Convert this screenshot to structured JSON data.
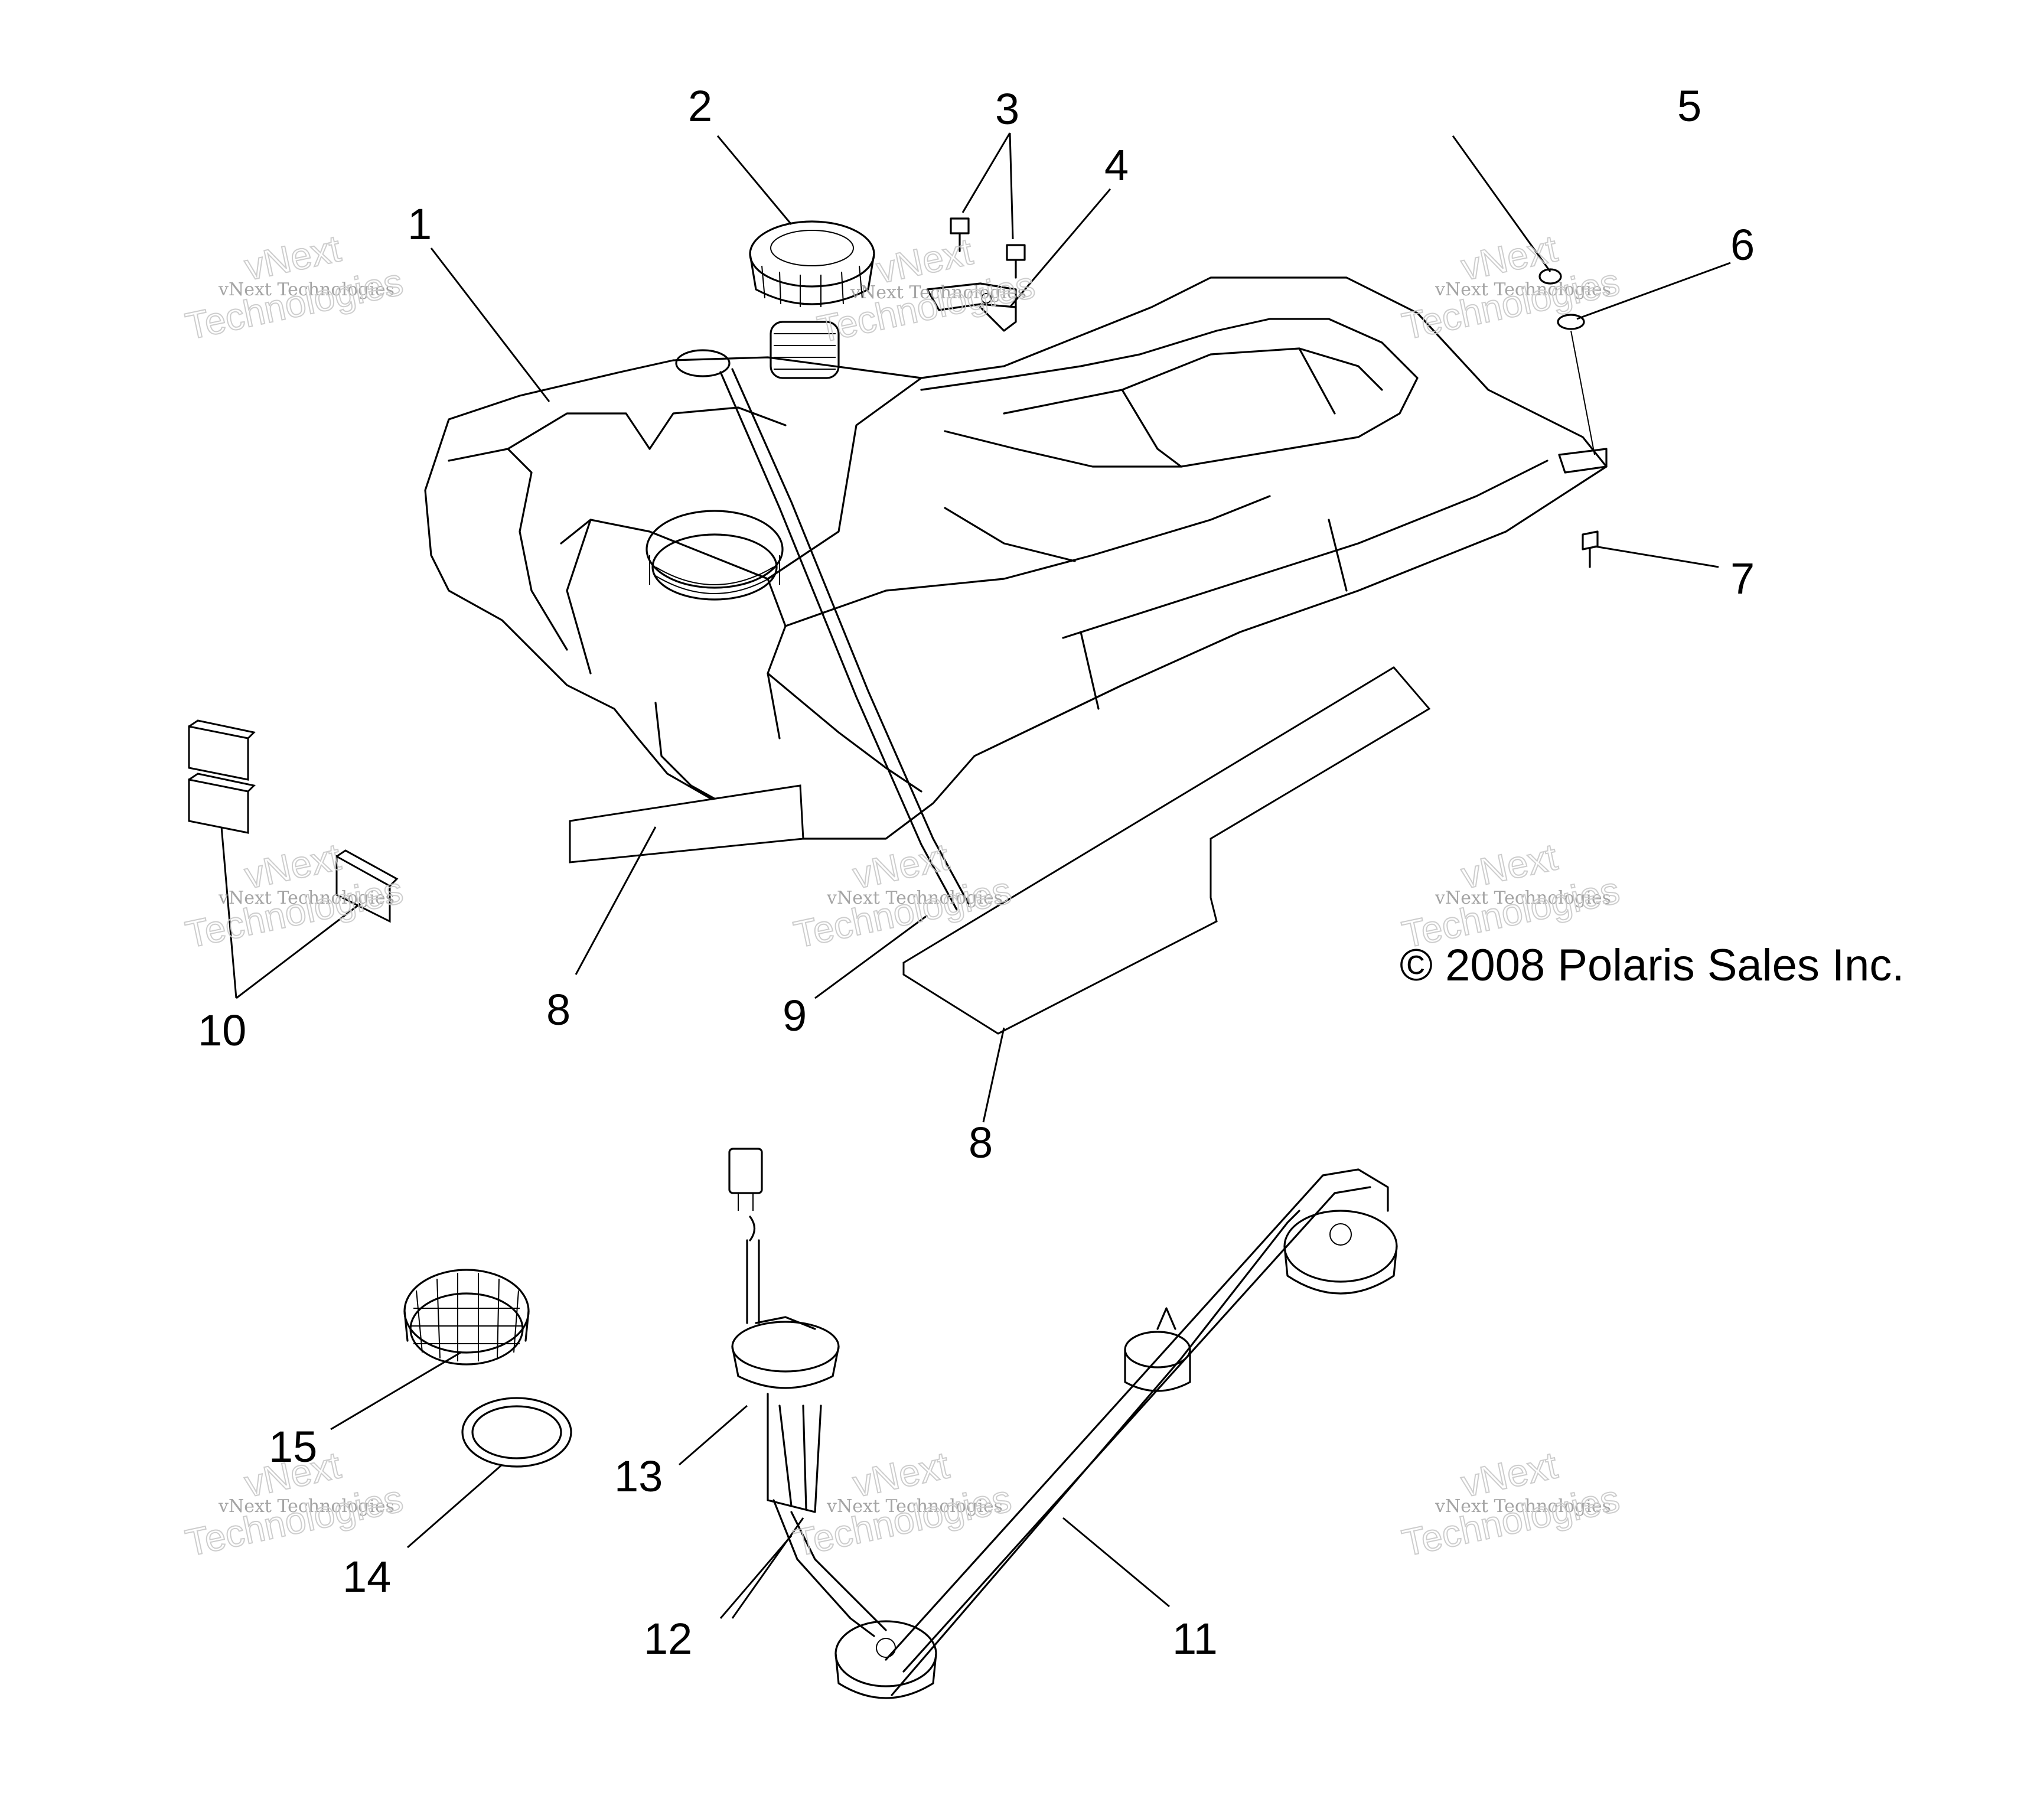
{
  "copyright": "© 2008 Polaris Sales Inc.",
  "watermark": {
    "line1": "vNext Technologies",
    "line2": "vNext",
    "line3": "Technologies"
  },
  "callouts": [
    {
      "id": "1",
      "label": "1"
    },
    {
      "id": "2",
      "label": "2"
    },
    {
      "id": "3",
      "label": "3"
    },
    {
      "id": "4",
      "label": "4"
    },
    {
      "id": "5",
      "label": "5"
    },
    {
      "id": "6",
      "label": "6"
    },
    {
      "id": "7",
      "label": "7"
    },
    {
      "id": "8a",
      "label": "8"
    },
    {
      "id": "8b",
      "label": "8"
    },
    {
      "id": "9",
      "label": "9"
    },
    {
      "id": "10",
      "label": "10"
    },
    {
      "id": "11",
      "label": "11"
    },
    {
      "id": "12",
      "label": "12"
    },
    {
      "id": "13",
      "label": "13"
    },
    {
      "id": "14",
      "label": "14"
    },
    {
      "id": "15",
      "label": "15"
    }
  ]
}
